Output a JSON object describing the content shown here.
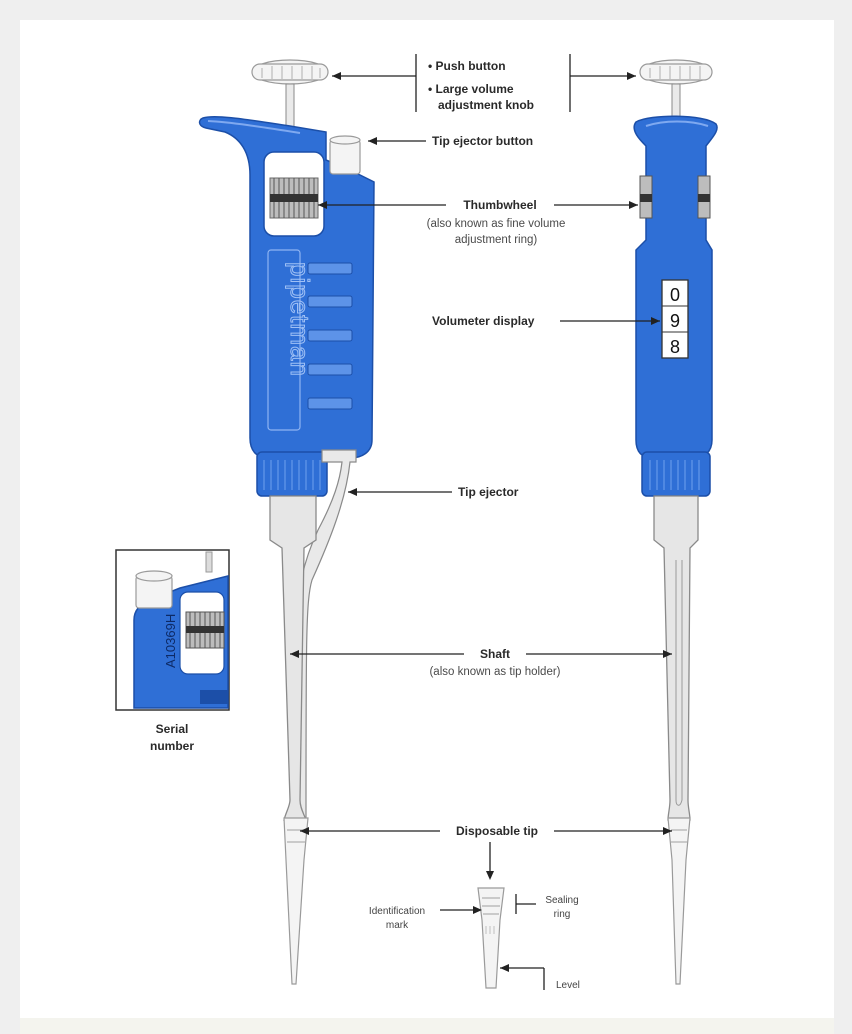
{
  "diagram": {
    "labels": {
      "push_button": "• Push button",
      "large_volume_line1": "• Large volume",
      "large_volume_line2": "adjustment knob",
      "tip_ejector_button": "Tip ejector button",
      "thumbwheel": "Thumbwheel",
      "thumbwheel_sub_line1": "(also known as fine volume",
      "thumbwheel_sub_line2": "adjustment ring)",
      "volumeter_display": "Volumeter display",
      "tip_ejector": "Tip ejector",
      "shaft": "Shaft",
      "shaft_sub": "(also known as tip holder)",
      "disposable_tip": "Disposable tip",
      "serial_number_line1": "Serial",
      "serial_number_line2": "number",
      "identification_mark_line1": "Identification",
      "identification_mark_line2": "mark",
      "sealing_ring_line1": "Sealing",
      "sealing_ring_line2": "ring",
      "level": "Level"
    },
    "brand_text": "pipetman",
    "serial_code": "A10369H",
    "volumeter_digits": [
      "0",
      "9",
      "8"
    ]
  },
  "colors": {
    "pipette_blue": "#2f6fd6",
    "pipette_blue_dark": "#1c4fa8",
    "plastic_grey": "#e6e6e6"
  }
}
